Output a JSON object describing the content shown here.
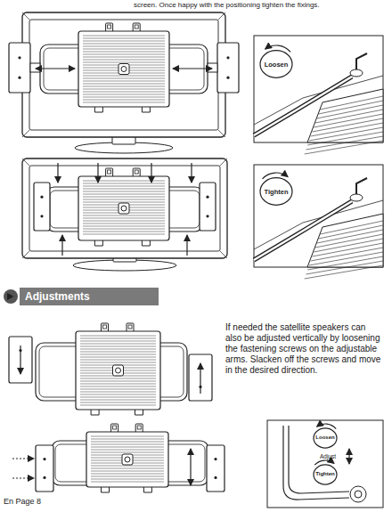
{
  "diagram": {
    "title": "Adjustments",
    "labels": [
      "screen. Once happy with the positioning tighten the fixings.",
      "Loosen",
      "Tighten",
      "If needed the satellite speakers can also be adjusted vertically by loosening the fastening screws on the adjustable arms. Slacken off the screws and move in the desired direction.",
      "Loosen",
      "Adjust",
      "Tighten",
      "En Page 8"
    ]
  }
}
